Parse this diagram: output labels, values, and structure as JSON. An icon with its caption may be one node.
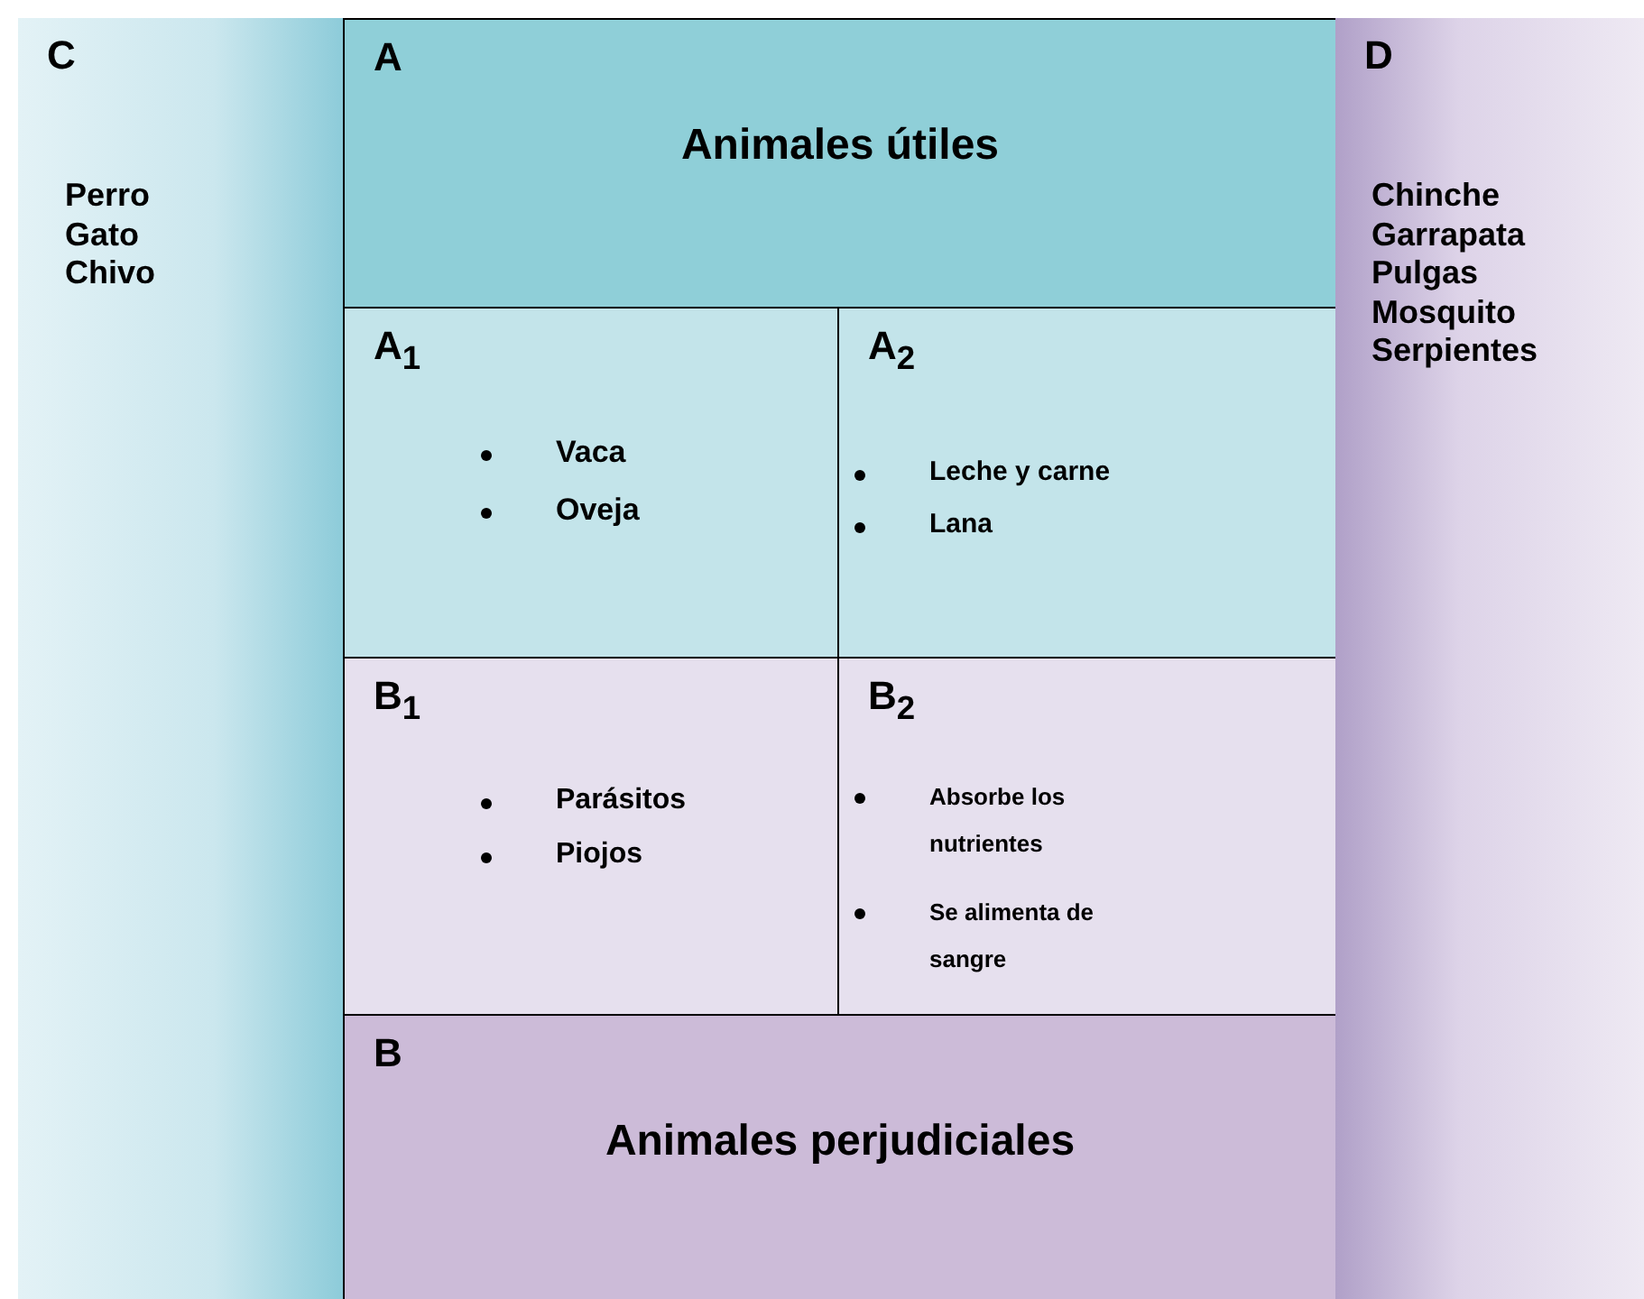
{
  "diagram": {
    "nodes": [
      {
        "text": [
          "C",
          "Perro",
          "Gato",
          "Chivo"
        ]
      },
      {
        "text": [
          "A",
          "Animales útiles"
        ]
      },
      {
        "text": [
          "A$_{1}$",
          "Vaca",
          "Oveja"
        ]
      },
      {
        "text": [
          "A$_{2}$",
          "Leche y carne",
          "Lana"
        ]
      },
      {
        "text": [
          "B$_{1}$",
          "Parásitos",
          "Piojos"
        ]
      },
      {
        "text": [
          "B$_{2}$",
          "Absorbe los nutrientes",
          "Se alimenta de sangre"
        ]
      },
      {
        "text": [
          "B",
          "Animales perjudiciales"
        ]
      },
      {
        "text": [
          "D",
          "Chinche",
          "Garrapata",
          "Pulgas",
          "Mosquito",
          "Serpientes"
        ]
      }
    ]
  }
}
